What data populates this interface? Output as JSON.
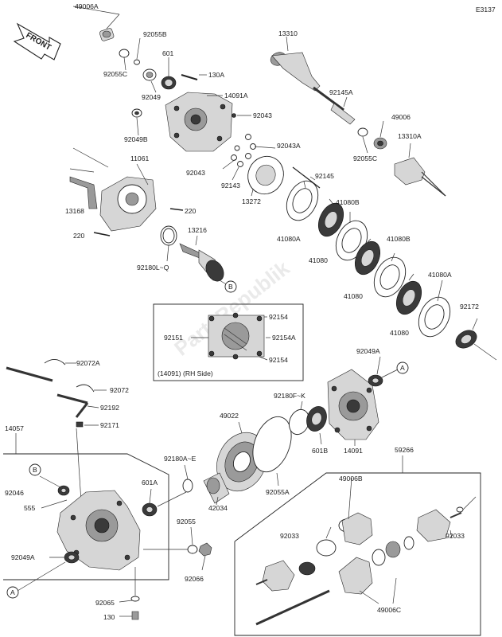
{
  "diagram_code": "E3137",
  "front_arrow_text": "FRONT",
  "watermark": "PartsRepublik",
  "inset_note": "(14091) (RH Side)",
  "callouts": [
    "B",
    "B",
    "A",
    "A"
  ],
  "labels": [
    "49006A",
    "92055B",
    "92055C",
    "601",
    "130A",
    "92049",
    "14091A",
    "92043",
    "92049B",
    "13310",
    "92145A",
    "49006",
    "92055C",
    "13310A",
    "11061",
    "92043A",
    "92043",
    "92145",
    "92143",
    "13272",
    "13168",
    "220",
    "220",
    "41080B",
    "41080A",
    "41080",
    "13216",
    "92180L~Q",
    "41080B",
    "41080",
    "41080A",
    "41080",
    "92172",
    "92154",
    "92151",
    "92154A",
    "92154",
    "92072A",
    "92049A",
    "92072",
    "92180F~K",
    "92192",
    "92171",
    "14057",
    "49022",
    "601B",
    "14091",
    "59266",
    "92046",
    "601A",
    "92180A~E",
    "49006B",
    "555",
    "92055",
    "42034",
    "92055A",
    "92033",
    "92033",
    "92049A",
    "92066",
    "92065",
    "130",
    "49006C"
  ]
}
